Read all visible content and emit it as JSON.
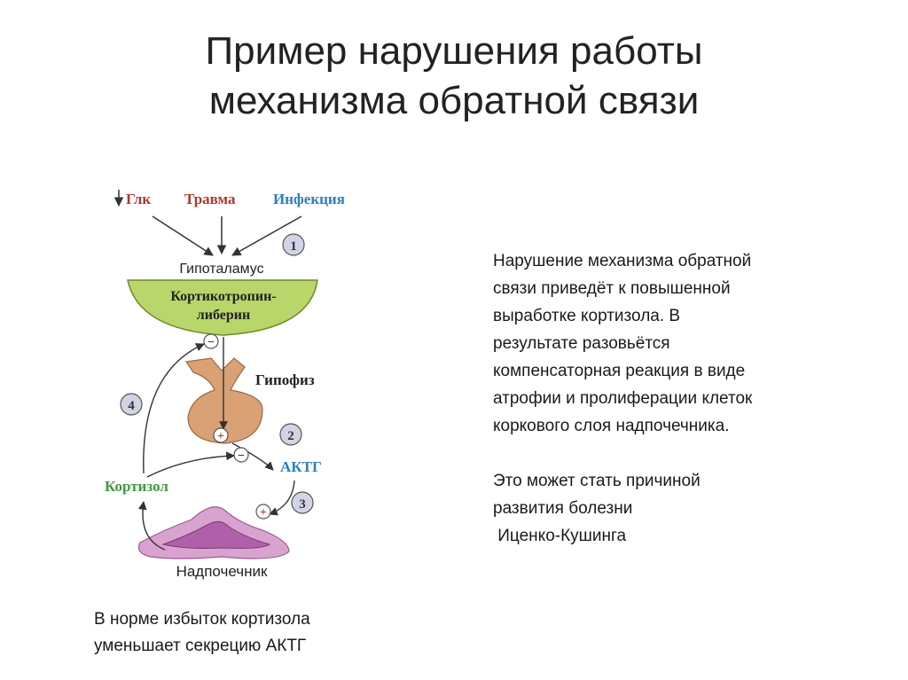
{
  "title": {
    "line1": "Пример нарушения работы",
    "line2": "механизма обратной связи"
  },
  "diagram": {
    "stimuli": {
      "glk": "Глк",
      "trauma": "Травма",
      "infection": "Инфекция"
    },
    "hypothalamus_label": "Гипоталамус",
    "crh_line1": "Кортикотропин-",
    "crh_line2": "либерин",
    "pituitary_label": "Гипофиз",
    "acth_label": "АКТГ",
    "cortisol_label": "Кортизол",
    "adrenal_label": "Надпочечник",
    "steps": [
      "1",
      "2",
      "3",
      "4"
    ],
    "sign_minus": "−",
    "sign_plus": "+",
    "colors": {
      "glk": "#b5342f",
      "trauma": "#b5342f",
      "infection": "#2b7fc0",
      "crh_fill": "#b9d66a",
      "pituitary_fill": "#d9a174",
      "adrenal_outer": "#d9a3cf",
      "adrenal_inner": "#b060a9",
      "acth": "#2b7fc0",
      "cortisol": "#3e9a3e",
      "circle_fill": "#d3d3e6"
    }
  },
  "side_text": {
    "lines": [
      "Нарушение механизма обратной",
      "связи приведёт к повышенной",
      "выработке кортизола. В",
      "результате разовьётся",
      "компенсаторная реакция в виде",
      "атрофии и пролиферации клеток",
      "коркового слоя надпочечника."
    ],
    "lines2": [
      "Это может стать причиной",
      "развития болезни",
      " Иценко-Кушинга"
    ]
  },
  "bottom_note": {
    "line1": "В норме избыток кортизола",
    "line2": "уменьшает секрецию АКТГ"
  }
}
